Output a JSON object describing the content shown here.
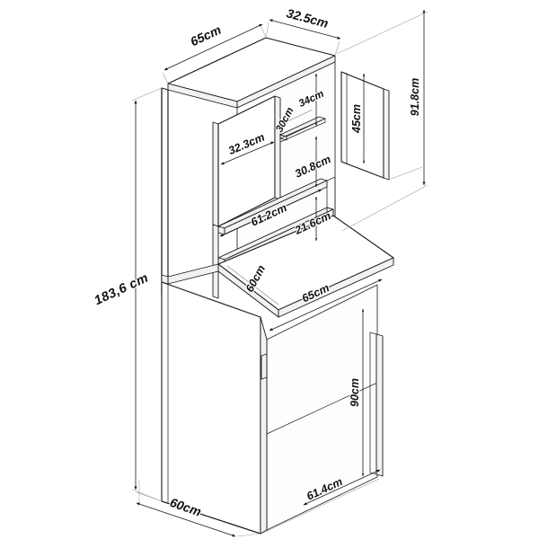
{
  "diagram": {
    "title": "Cabinet and desk unit dimension drawing",
    "type": "isometric-technical-drawing",
    "units": "cm",
    "line_color": "#1b1b1b",
    "dimension_line_color": "#7d7d7d",
    "background_color": "#ffffff"
  },
  "dimensions": {
    "top_width": "65cm",
    "top_depth": "32.5cm",
    "upper_unit_height": "91.8cm",
    "upper_door_left_width": "32.3cm",
    "upper_shelf_depth": "30cm",
    "upper_compartment_height": "34cm",
    "upper_compartment_height_2": "30.8cm",
    "upper_shelf_width": "61.2cm",
    "lower_shelf_gap": "21.6cm",
    "upper_door_right_height": "45cm",
    "desk_depth": "60cm",
    "desk_width": "65cm",
    "lower_cabinet_height": "90cm",
    "lower_cabinet_width": "61.4cm",
    "base_depth": "60cm",
    "total_height": "183,6 cm"
  },
  "labels": [
    {
      "id": "top-width",
      "text": "65cm",
      "size": "big"
    },
    {
      "id": "top-depth",
      "text": "32.5cm",
      "size": "big"
    },
    {
      "id": "upper-height",
      "text": "91.8cm",
      "size": "med"
    },
    {
      "id": "left-door-width",
      "text": "32.3cm",
      "size": "med"
    },
    {
      "id": "shelf-depth",
      "text": "30cm",
      "size": "small"
    },
    {
      "id": "compartment-1",
      "text": "34cm",
      "size": "small"
    },
    {
      "id": "compartment-2",
      "text": "30.8cm",
      "size": "med"
    },
    {
      "id": "shelf-width",
      "text": "61.2cm",
      "size": "med"
    },
    {
      "id": "shelf-gap",
      "text": "21.6cm",
      "size": "med"
    },
    {
      "id": "right-door-height",
      "text": "45cm",
      "size": "med"
    },
    {
      "id": "desk-depth",
      "text": "60cm",
      "size": "med"
    },
    {
      "id": "desk-width",
      "text": "65cm",
      "size": "med"
    },
    {
      "id": "cabinet-height",
      "text": "90cm",
      "size": "med"
    },
    {
      "id": "cabinet-width",
      "text": "61.4cm",
      "size": "med"
    },
    {
      "id": "base-depth",
      "text": "60cm",
      "size": "big"
    },
    {
      "id": "total-height",
      "text": "183,6 cm",
      "size": "huge"
    }
  ]
}
